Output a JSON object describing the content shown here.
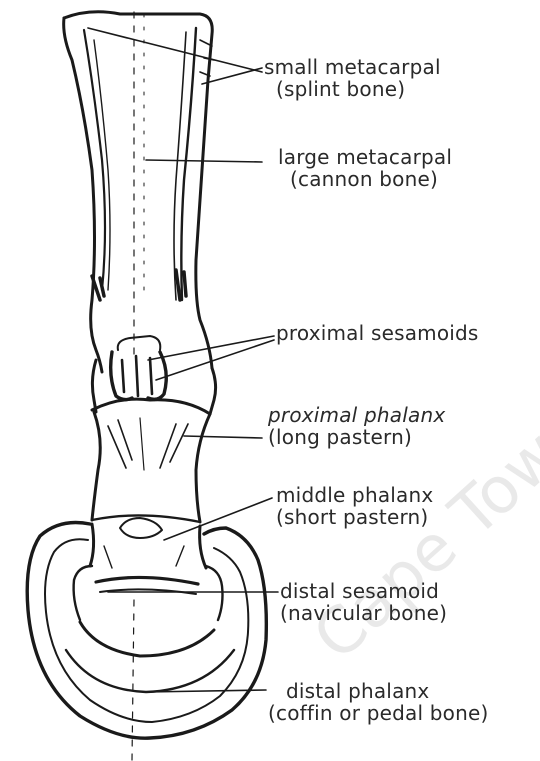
{
  "labels": {
    "small_metacarpal": {
      "line1": "small metacarpal",
      "line2": "(splint bone)"
    },
    "large_metacarpal": {
      "line1": "large metacarpal",
      "line2": "(cannon bone)"
    },
    "proximal_sesamoids": {
      "line1": "proximal sesamoids"
    },
    "proximal_phalanx": {
      "line1": "proximal phalanx",
      "line2": "(long pastern)"
    },
    "middle_phalanx": {
      "line1": "middle phalanx",
      "line2": "(short pastern)"
    },
    "distal_sesamoid": {
      "line1": "distal sesamoid",
      "line2": "(navicular bone)"
    },
    "distal_phalanx": {
      "line1": "distal phalanx",
      "line2": "(coffin or pedal bone)"
    }
  },
  "watermark": "Cape Tow",
  "colors": {
    "ink": "#1a1a1a",
    "paper": "#ffffff",
    "watermark": "#cfcfcf"
  }
}
